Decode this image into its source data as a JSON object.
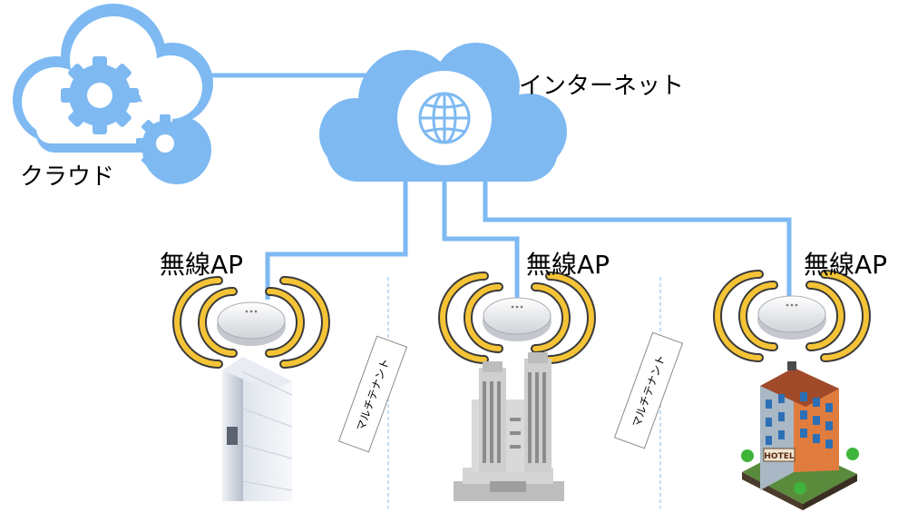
{
  "labels": {
    "internet": "インターネット",
    "cloud": "クラウド",
    "ap_left": "無線AP",
    "ap_center": "無線AP",
    "ap_right": "無線AP",
    "multitenant_left": "マルチテナント",
    "multitenant_right": "マルチテナント",
    "hotel_sign": "HOTEL"
  },
  "colors": {
    "cloud_blue": "#7eb9f2",
    "line_blue": "#7eb9f2",
    "wifi_yellow": "#f5c436",
    "wifi_outline": "#3a3a3a",
    "divider_blue": "#9cc3ea"
  },
  "icons": [
    "gear-cloud-icon",
    "globe-icon",
    "wifi-signal-icon",
    "access-point-icon",
    "office-tower-icon",
    "twin-tower-building-icon",
    "hotel-building-icon"
  ]
}
